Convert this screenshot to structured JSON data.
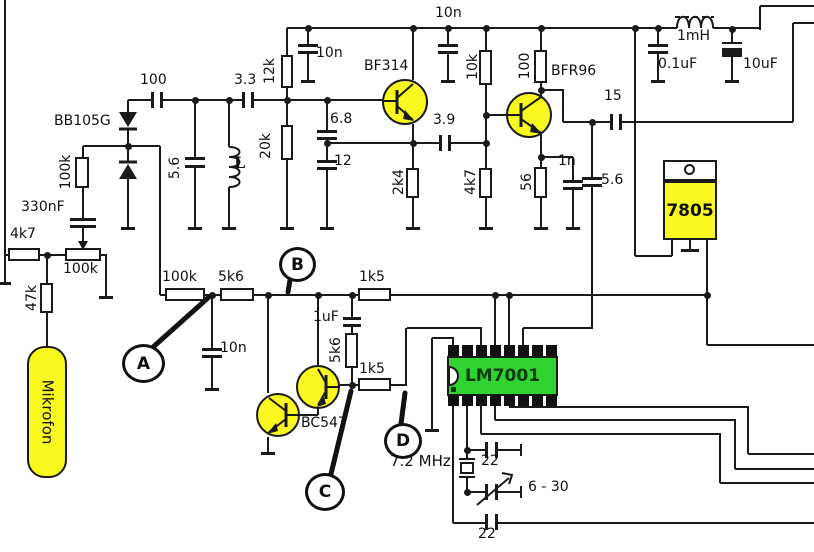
{
  "schematic": {
    "semiconductors": {
      "varactor": "BB105G",
      "rf_transistor": "BF314",
      "rf_output_transistor": "BFR96",
      "audio_transistors": "BC547",
      "pll_ic": "LM7001",
      "voltage_regulator": "7805"
    },
    "resistors": {
      "r12k": "12k",
      "r20k": "20k",
      "r10k": "10k",
      "r100_collector": "100",
      "r2k4": "2k4",
      "r4k7_emitter": "4k7",
      "r56": "56",
      "r100k_tuning": "100k",
      "r100k_mid": "100k",
      "r5k6_series": "5k6",
      "r5k6_vert": "5k6",
      "r1k5_a": "1k5",
      "r1k5_b": "1k5",
      "r4k7_mic": "4k7",
      "r100k_pot": "100k",
      "r47k": "47k"
    },
    "capacitors": {
      "c100": "100",
      "c3_3": "3.3",
      "c10n_bias": "10n",
      "c10n_rail": "10n",
      "c10n_af": "10n",
      "c5_6_osc": "5.6",
      "c6_8": "6.8",
      "c12": "12",
      "c3_9": "3.9",
      "c1n": "1n",
      "c15": "15",
      "c5_6_pll": "5.6",
      "c330nf": "330nF",
      "c0_1uf": "0.1uF",
      "c10uf": "10uF",
      "c1uf": "1uF",
      "c22_a": "22",
      "c22_b": "22"
    },
    "inductors": {
      "tank": "L",
      "choke": "1mH"
    },
    "microphone": "Mikrofon",
    "crystal_frequency": "7.2 MHz",
    "trimmer_range": "6 - 30",
    "test_points": {
      "a": "A",
      "b": "B",
      "c": "C",
      "d": "D"
    }
  },
  "colors": {
    "component_yellow": "#f9f920",
    "ic_green": "#30d330",
    "wire_black": "#1a1a1a"
  }
}
